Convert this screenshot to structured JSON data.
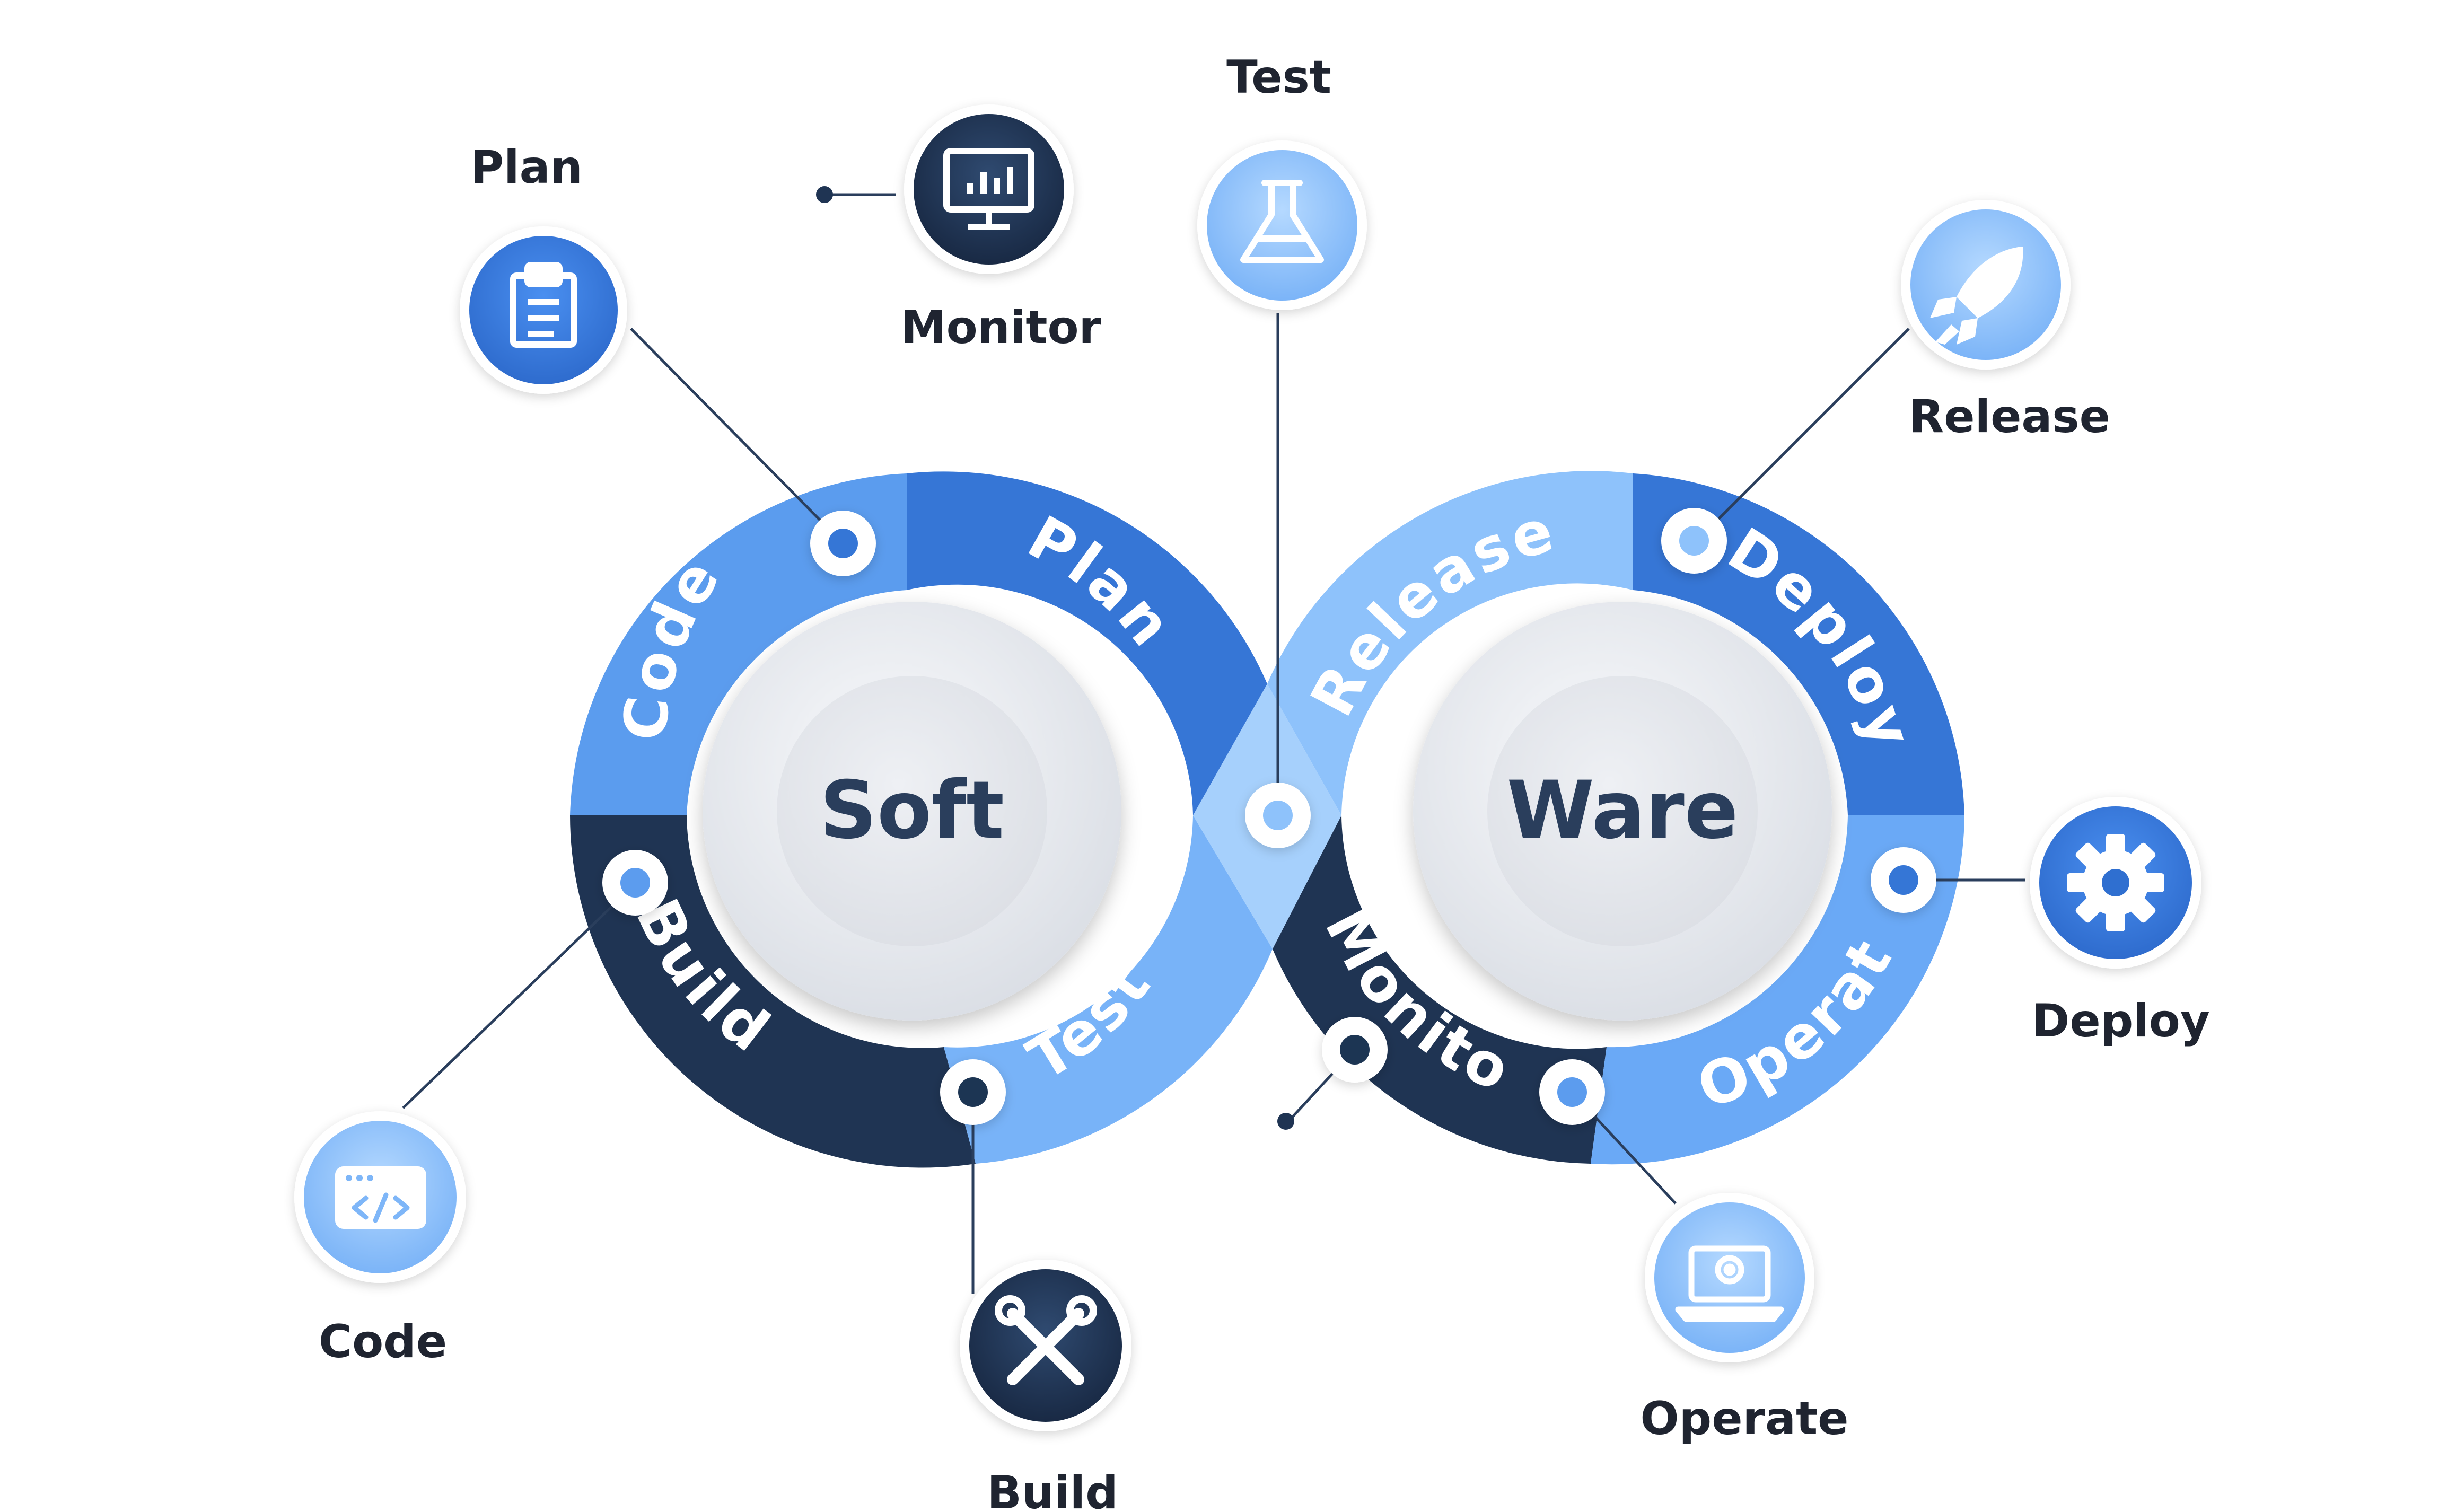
{
  "center": {
    "left": "Soft",
    "right": "Ware"
  },
  "loop_segments": {
    "code": "Code",
    "plan": "Plan",
    "build": "Build",
    "test": "Test",
    "release": "Release",
    "deploy": "Deploy",
    "monitor": "Monitor",
    "operate": "Operate"
  },
  "stages": {
    "plan": "Plan",
    "monitor": "Monitor",
    "test": "Test",
    "release": "Release",
    "deploy": "Deploy",
    "code": "Code",
    "build": "Build",
    "operate": "Operate"
  },
  "icons": {
    "plan": "clipboard-icon",
    "monitor": "monitor-chart-icon",
    "test": "flask-icon",
    "release": "rocket-icon",
    "deploy": "gear-icon",
    "code": "code-window-icon",
    "build": "tools-icon",
    "operate": "laptop-gear-icon"
  },
  "colors": {
    "light_blue": "#8ec2fb",
    "mid_blue": "#5498ee",
    "blue": "#3676d6",
    "navy": "#1f3453",
    "text": "#1f2430"
  }
}
